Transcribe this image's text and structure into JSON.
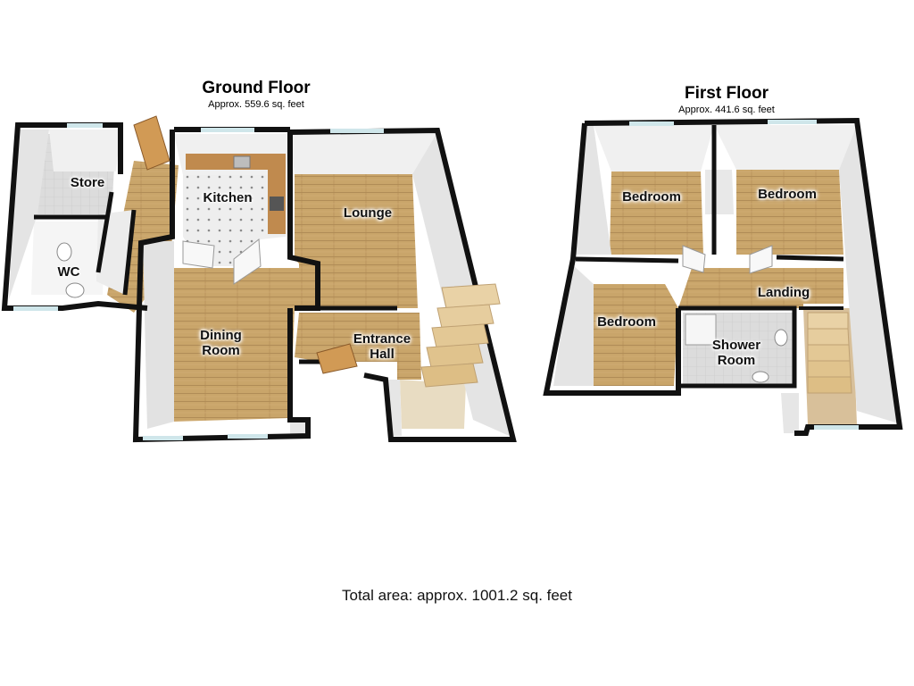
{
  "ground_floor": {
    "title": "Ground Floor",
    "area": "Approx. 559.6 sq. feet",
    "rooms": {
      "store": "Store",
      "wc": "WC",
      "kitchen": "Kitchen",
      "lounge": "Lounge",
      "dining_line1": "Dining",
      "dining_line2": "Room",
      "entrance_line1": "Entrance",
      "entrance_line2": "Hall"
    }
  },
  "first_floor": {
    "title": "First Floor",
    "area": "Approx. 441.6 sq. feet",
    "rooms": {
      "bedroom_1": "Bedroom",
      "bedroom_2": "Bedroom",
      "bedroom_3": "Bedroom",
      "landing": "Landing",
      "shower_line1": "Shower",
      "shower_line2": "Room"
    }
  },
  "total_area": "Total area: approx. 1001.2 sq. feet",
  "colors": {
    "wood_floor": "#c9a56a",
    "tile_floor": "#eeeeee",
    "wall_top": "#111111",
    "wall_face": "#f2f2f2",
    "window": "#cfe6ea",
    "door": "#d19a55"
  }
}
